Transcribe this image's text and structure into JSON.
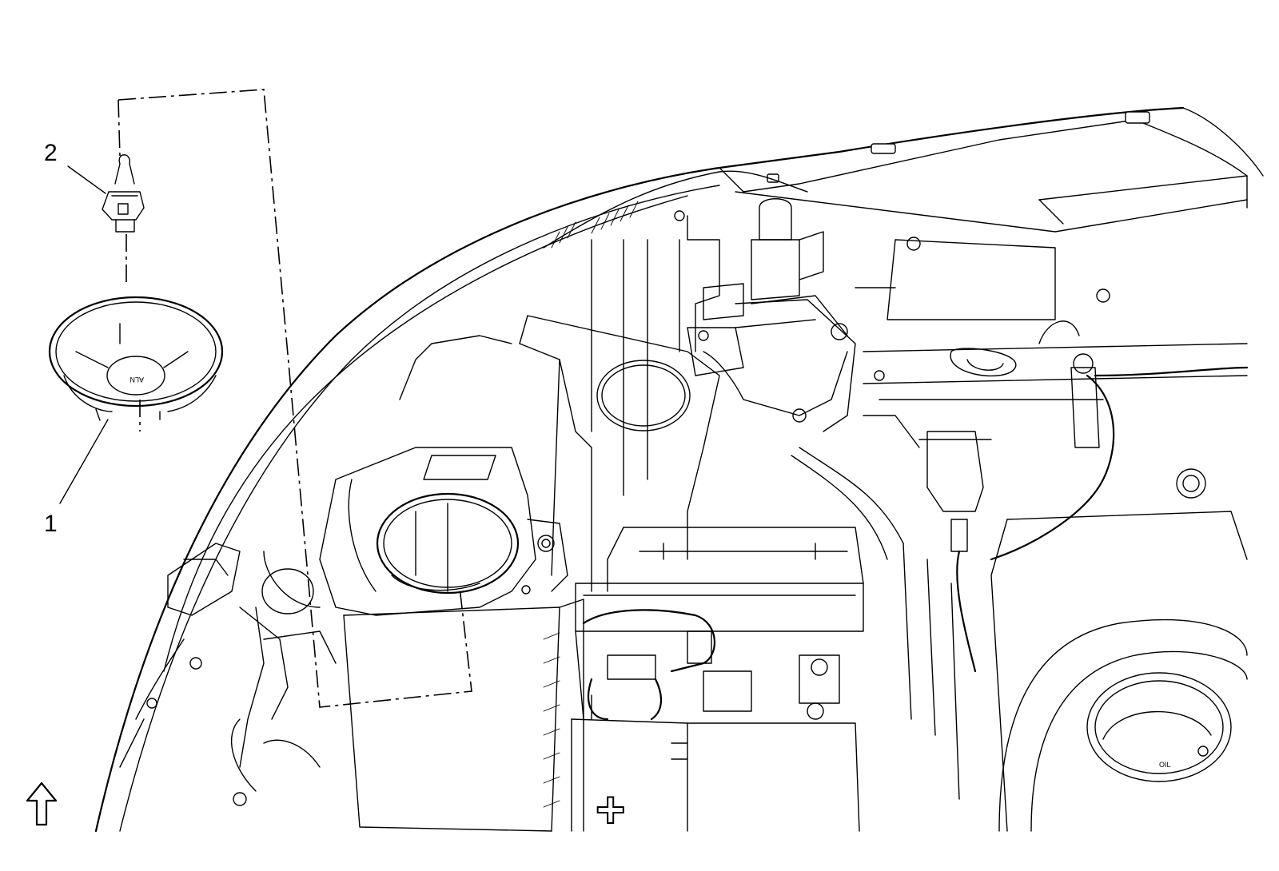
{
  "diagram": {
    "callouts": [
      {
        "id": "1",
        "label": "1"
      },
      {
        "id": "2",
        "label": "2"
      }
    ],
    "embossed_text": {
      "cap_text": "ALN",
      "battery_terminal": "+"
    },
    "icons": [
      "forward-arrow-icon"
    ],
    "colors": {
      "line": "#000000",
      "background": "#ffffff"
    }
  }
}
